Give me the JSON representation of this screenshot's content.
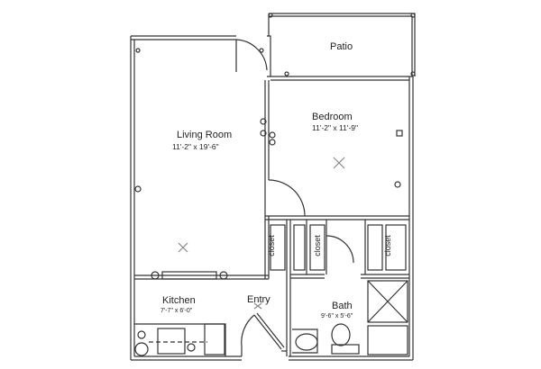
{
  "rooms": {
    "patio": {
      "name": "Patio"
    },
    "living_room": {
      "name": "Living Room",
      "size": "11'-2\" x 19'-6\""
    },
    "bedroom": {
      "name": "Bedroom",
      "size": "11'-2\" x 11'-9\""
    },
    "kitchen": {
      "name": "Kitchen",
      "size": "7'-7\" x 6'-0\""
    },
    "entry": {
      "name": "Entry"
    },
    "bath": {
      "name": "Bath",
      "size": "9'-6\" x 5'-6\""
    },
    "closets": [
      "closet",
      "closet",
      "closet"
    ]
  },
  "colors": {
    "line": "#333333",
    "background": "#ffffff"
  }
}
